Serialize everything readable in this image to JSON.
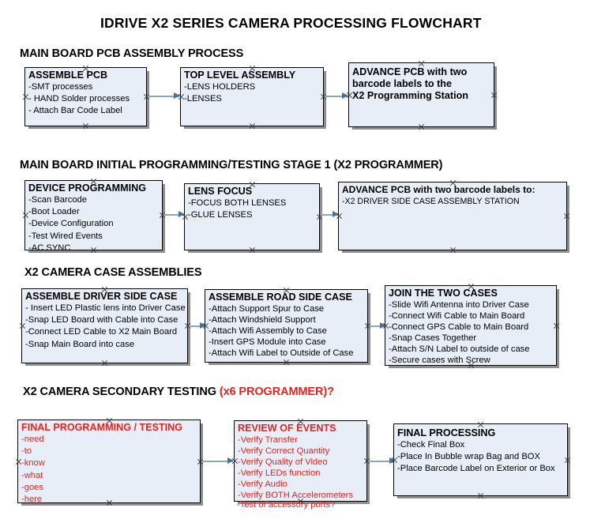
{
  "document": {
    "title": "IDRIVE X2  SERIES CAMERA PROCESSING FLOWCHART"
  },
  "sections": [
    {
      "id": "main-board-pcb-assembly",
      "heading": "MAIN BOARD PCB ASSEMBLY PROCESS",
      "heading_accent": "",
      "nodes": [
        {
          "id": "assemble-pcb",
          "title": "ASSEMBLE PCB",
          "color": "black",
          "lines": [
            "-SMT processes",
            "- HAND Solder processes",
            "- Attach Bar Code Label"
          ]
        },
        {
          "id": "top-level-assembly",
          "title": "TOP LEVEL ASSEMBLY",
          "color": "black",
          "lines": [
            "-LENS HOLDERS",
            "-LENSES"
          ]
        },
        {
          "id": "advance-pcb-programming-station",
          "title": "ADVANCE PCB with two",
          "color": "black",
          "lines": [
            "barcode labels to the",
            " X2 Programming Station"
          ]
        }
      ]
    },
    {
      "id": "main-board-initial-programming",
      "heading": "MAIN BOARD INITIAL PROGRAMMING/TESTING STAGE 1 (X2 PROGRAMMER)",
      "heading_accent": "",
      "nodes": [
        {
          "id": "device-programming",
          "title": "DEVICE PROGRAMMING",
          "color": "black",
          "lines": [
            "-Scan Barcode",
            "-Boot Loader",
            "-Device Configuration",
            "-Test Wired Events",
            "-AC SYNC"
          ]
        },
        {
          "id": "lens-focus",
          "title": "LENS FOCUS",
          "color": "black",
          "lines": [
            "-FOCUS BOTH LENSES",
            "-GLUE LENSES"
          ]
        },
        {
          "id": "advance-pcb-driver-side-case",
          "title": "ADVANCE PCB with two barcode labels to:",
          "color": "black",
          "lines": [
            "-X2 DRIVER  SIDE  CASE  ASSEMBLY STATION"
          ]
        }
      ]
    },
    {
      "id": "x2-camera-case-assemblies",
      "heading": "X2 CAMERA CASE ASSEMBLIES",
      "heading_accent": "",
      "nodes": [
        {
          "id": "assemble-driver-side-case",
          "title": "ASSEMBLE DRIVER SIDE CASE",
          "color": "black",
          "lines": [
            "- Insert LED Plastic lens into Driver Case",
            "-Snap LED Board with Cable into Case",
            "-Connect LED Cable to X2 Main Board",
            "-Snap Main Board into case"
          ]
        },
        {
          "id": "assemble-road-side-case",
          "title": "ASSEMBLE ROAD SIDE CASE",
          "color": "black",
          "lines": [
            "-Attach Support Spur to Case",
            "-Attach Windshield Support",
            "-Attach Wifi Assembly to Case",
            "-Insert GPS Module into Case",
            "-Attach Wifi Label to Outside of Case"
          ]
        },
        {
          "id": "join-the-two-cases",
          "title": "JOIN THE TWO CASES",
          "color": "black",
          "lines": [
            "-Slide Wifi Antenna into Driver Case",
            "-Connect Wifi Cable to Main Board",
            "-Connect GPS Cable to Main Board",
            "-Snap Cases Together",
            "-Attach S/N Label to outside of case",
            "-Secure cases with Screw"
          ]
        }
      ]
    },
    {
      "id": "x2-camera-secondary-testing",
      "heading": "X2 CAMERA SECONDARY TESTING ",
      "heading_accent": "(x6 PROGRAMMER)?",
      "nodes": [
        {
          "id": "final-programming-testing",
          "title": "FINAL PROGRAMMING / TESTING",
          "color": "red",
          "lines": [
            "-need",
            "-to",
            "-know",
            "-what",
            "-goes",
            "-here"
          ]
        },
        {
          "id": "review-of-events",
          "title": "REVIEW OF EVENTS",
          "color": "red",
          "lines": [
            "-Verify Transfer",
            "-Verify Correct Quantity",
            "-Verify Quality of Video",
            "-Verify LEDs function",
            "-Verify Audio",
            "-Verify BOTH Accelerometers"
          ],
          "overflow_line": "-Test of accessory ports?"
        },
        {
          "id": "final-processing",
          "title": "FINAL PROCESSING",
          "color": "black",
          "lines": [
            " -Check Final Box",
            "-Place In Bubble wrap Bag and BOX",
            "-Place Barcode Label on Exterior or Box"
          ]
        }
      ]
    }
  ],
  "colors": {
    "node_fill": "#e8eef7",
    "node_border": "#000000",
    "node_shadow": "#8e8e8e",
    "connector_line": "#8ba6bf",
    "connector_arrow": "#4472a8",
    "accent_red": "#e8211c",
    "text": "#000000"
  }
}
